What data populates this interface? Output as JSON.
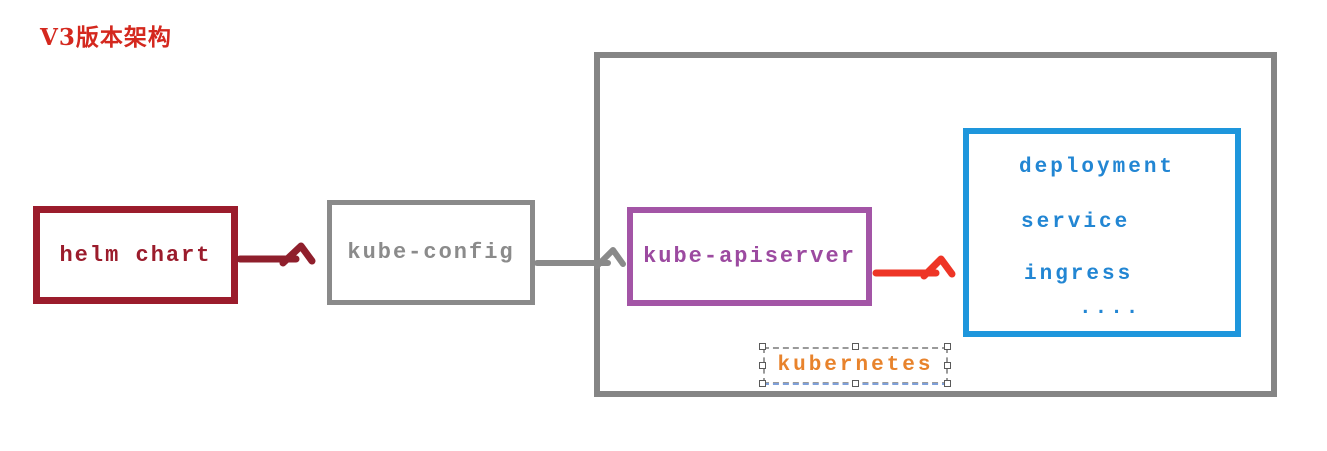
{
  "title": "V3版本架构",
  "colors": {
    "title_red": "#d4281e",
    "helm_dark_red": "#9b1c2c",
    "gray": "#8a8a8a",
    "apiserver_purple": "#a355a6",
    "resources_blue": "#1e96dc",
    "kubernetes_orange": "#e8832c",
    "arrow_red": "#ee3526"
  },
  "nodes": {
    "helm_chart": {
      "label": "helm chart"
    },
    "kube_config": {
      "label": "kube-config"
    },
    "kube_apiserver": {
      "label": "kube-apiserver"
    },
    "resources": {
      "items": [
        "deployment",
        "service",
        "ingress",
        "...."
      ]
    }
  },
  "cluster": {
    "label": "kubernetes"
  },
  "arrows": [
    {
      "name": "helm-chart-to-kube-config",
      "color": "#8f1f2c"
    },
    {
      "name": "kube-config-to-kube-apiserver",
      "color": "#8a8a8a"
    },
    {
      "name": "kube-apiserver-to-resources",
      "color": "#ee3526"
    }
  ]
}
